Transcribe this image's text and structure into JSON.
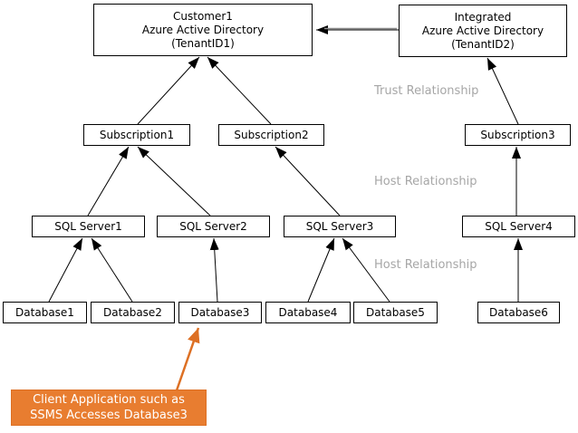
{
  "nodes": {
    "customer_aad": "Customer1\nAzure Active Directory\n(TenantID1)",
    "integrated_aad": "Integrated\nAzure Active Directory\n(TenantID2)",
    "subscription1": "Subscription1",
    "subscription2": "Subscription2",
    "subscription3": "Subscription3",
    "sql_server1": "SQL Server1",
    "sql_server2": "SQL Server2",
    "sql_server3": "SQL Server3",
    "sql_server4": "SQL Server4",
    "database1": "Database1",
    "database2": "Database2",
    "database3": "Database3",
    "database4": "Database4",
    "database5": "Database5",
    "database6": "Database6"
  },
  "edge_labels": {
    "trust": "Trust Relationship",
    "host_upper": "Host Relationship",
    "host_lower": "Host Relationship"
  },
  "callout": {
    "text": "Client Application such as\nSSMS Accesses Database3"
  },
  "colors": {
    "callout_orange": "#e87d30",
    "callout_border": "#dd7024",
    "orange_arrow": "#dd7024",
    "label_gray": "#a6a6a6",
    "arrow_black": "#000000",
    "node_border": "#000000",
    "background": "#ffffff"
  }
}
